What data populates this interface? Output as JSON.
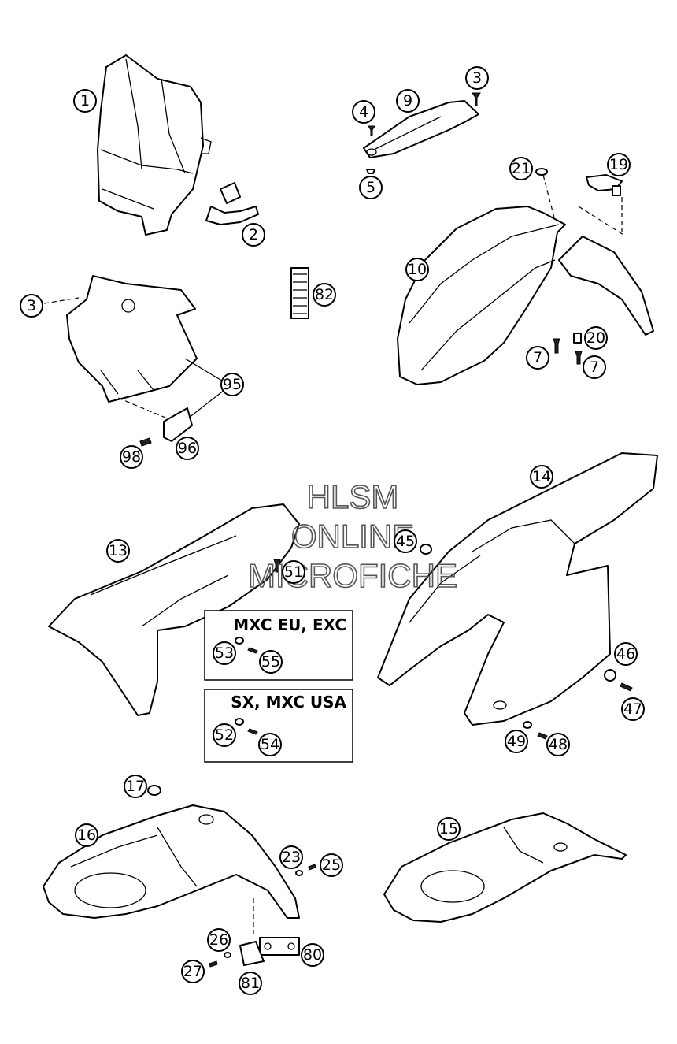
{
  "watermark": {
    "line1": "HLSM",
    "line2": "ONLINE",
    "line3": "MICROFICHE"
  },
  "callouts": [
    "1",
    "2",
    "3",
    "3",
    "4",
    "5",
    "7",
    "7",
    "9",
    "10",
    "13",
    "14",
    "15",
    "16",
    "17",
    "19",
    "20",
    "21",
    "23",
    "25",
    "26",
    "27",
    "45",
    "46",
    "47",
    "48",
    "49",
    "51",
    "52",
    "53",
    "54",
    "55",
    "80",
    "81",
    "82",
    "95",
    "96",
    "98"
  ],
  "variant_boxes": [
    {
      "label": "MXC EU, EXC",
      "parts": [
        "53",
        "55"
      ]
    },
    {
      "label": "SX, MXC USA",
      "parts": [
        "52",
        "54"
      ]
    }
  ]
}
